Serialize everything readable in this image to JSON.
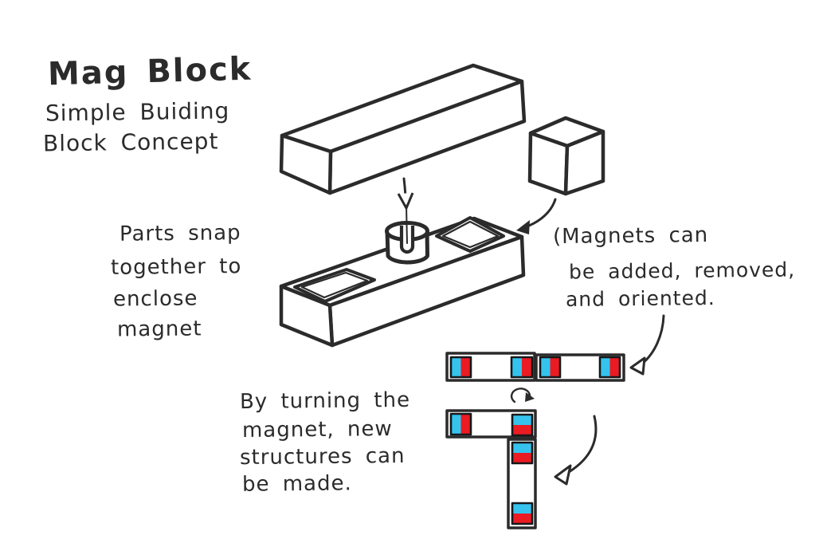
{
  "page": {
    "kind": "hand-drawn concept sketch"
  },
  "colors": {
    "page_bg": "#ffffff",
    "ink": "#2b2b2b",
    "magnet_blue": "#35c3ee",
    "magnet_red": "#ea1b22"
  },
  "title": {
    "line1": "Mag Block",
    "line2": "Simple Buiding",
    "line3": "Block Concept"
  },
  "notes": {
    "parts_snap": {
      "lines": [
        "Parts snap",
        "together to",
        "enclose",
        "magnet"
      ]
    },
    "magnets_can": {
      "lines": [
        "(Magnets can",
        "be added, removed,",
        "and oriented."
      ]
    },
    "by_turning": {
      "lines": [
        "By turning the",
        "magnet, new",
        "structures can",
        "be made."
      ]
    }
  },
  "icons": {
    "insert_arrow": "down-arrow",
    "cube_arrow": "curved-arrow-down-left",
    "added_magnets_arrow": "curved-arrow-left",
    "rotate_arrow": "rotate-clockwise",
    "new_structure_arrow": "curved-arrow-down-left"
  }
}
